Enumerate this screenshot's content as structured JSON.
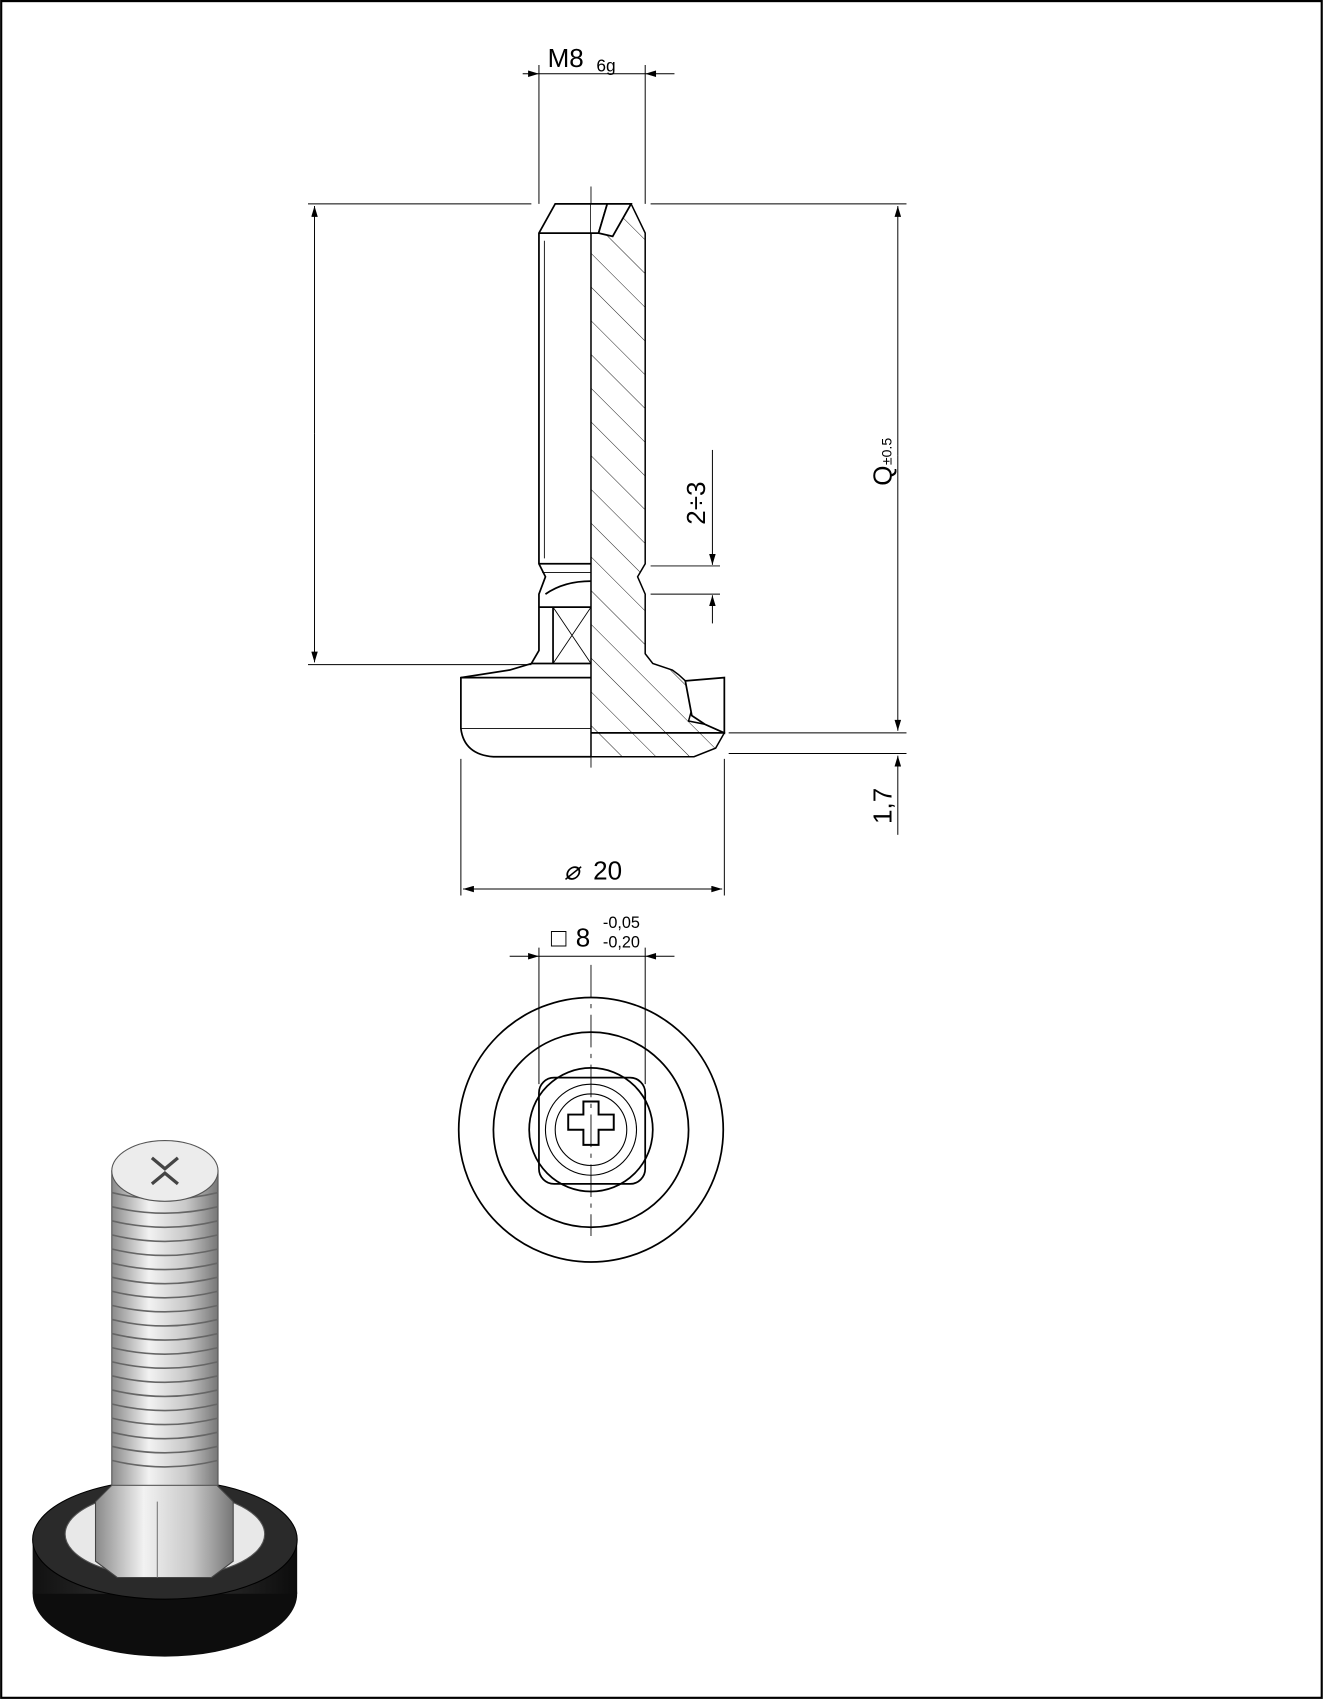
{
  "dimensions": {
    "thread": {
      "main": "M8",
      "tolerance_class": "6g"
    },
    "height_q": {
      "main": "Q",
      "tolerance": "±0.5"
    },
    "neck": "2÷3",
    "pad_thickness": "1,7",
    "diameter": {
      "symbol": "⌀",
      "value": "20"
    },
    "square": {
      "symbol": "□",
      "value": "8",
      "upper": "-0,05",
      "lower": "-0,20"
    }
  },
  "colors": {
    "line": "#000000",
    "rubber": "#1a1a1a",
    "metal": "#d8d8d8"
  }
}
